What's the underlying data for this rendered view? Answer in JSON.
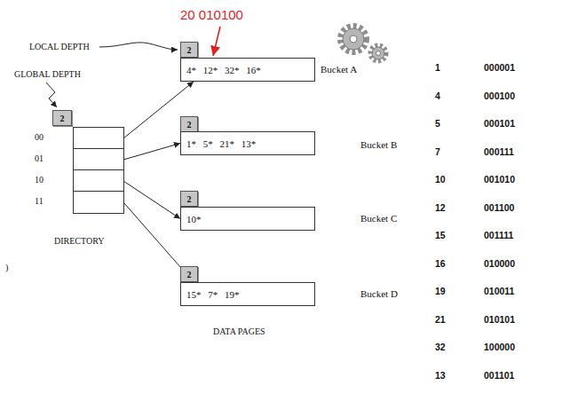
{
  "diagram": {
    "nodes": [
      {
        "text": [
          "2"
        ]
      },
      {
        "text": [
          "4* 12* 32* 16*",
          "Bucket A"
        ]
      },
      {
        "text": [
          "2"
        ]
      },
      {
        "text": [
          "DIRECTORY"
        ]
      },
      {
        "text": [
          "00"
        ],
        "in": 3
      },
      {
        "text": [
          "01"
        ],
        "in": 3
      },
      {
        "text": [
          "10"
        ],
        "in": 3
      },
      {
        "text": [
          "11"
        ],
        "in": 3
      },
      {
        "text": [
          "2"
        ]
      },
      {
        "text": [
          "1* 5* 21* 13*",
          "Bucket B"
        ]
      },
      {
        "text": [
          "2"
        ]
      },
      {
        "text": [
          "10*",
          "Bucket C"
        ]
      },
      {
        "text": [
          "2"
        ]
      },
      {
        "text": [
          "15* 7* 19*",
          "Bucket D"
        ]
      }
    ],
    "edges": [
      {
        "from": 4,
        "to": 1,
        "arrow": "to"
      },
      {
        "from": 5,
        "to": 9,
        "arrow": "to"
      },
      {
        "from": 6,
        "to": 11,
        "arrow": "to"
      },
      {
        "from": 7,
        "to": 13,
        "arrow": "to"
      }
    ],
    "labels": [
      "20 010100",
      "LOCAL DEPTH",
      "GLOBAL DEPTH",
      "DATA PAGES",
      ")",
      "1",
      "000001",
      "4",
      "000100",
      "5",
      "000101",
      "7",
      "000111",
      "10",
      "001010",
      "12",
      "001100",
      "15",
      "001111",
      "16",
      "010000",
      "19",
      "010011",
      "21",
      "010101",
      "32",
      "100000",
      "13",
      "001101"
    ]
  }
}
